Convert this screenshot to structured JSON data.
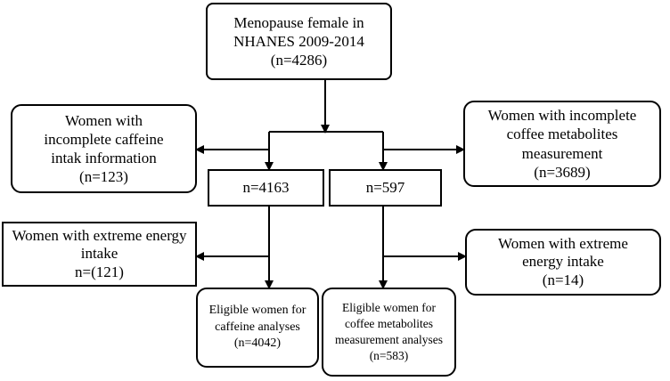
{
  "nodes": {
    "root": {
      "lines": [
        "Menopause female in",
        "NHANES 2009-2014",
        "(n=4286)"
      ]
    },
    "excl_caffeine": {
      "lines": [
        "Women with",
        "incomplete caffeine",
        "intak information",
        "(n=123)"
      ]
    },
    "excl_coffee": {
      "lines": [
        "Women with incomplete",
        "coffee metabolites",
        "measurement",
        "(n=3689)"
      ]
    },
    "n_caffeine": {
      "lines": [
        "n=4163"
      ]
    },
    "n_coffee": {
      "lines": [
        "n=597"
      ]
    },
    "excl_energy_left": {
      "lines": [
        "Women with extreme energy",
        "intake",
        "n=(121)"
      ]
    },
    "excl_energy_right": {
      "lines": [
        "Women with extreme",
        "energy intake",
        "(n=14)"
      ]
    },
    "final_caffeine": {
      "lines": [
        "Eligible women for",
        "caffeine analyses",
        "(n=4042)"
      ]
    },
    "final_coffee": {
      "lines": [
        "Eligible women for",
        "coffee metabolites",
        "measurement analyses",
        "(n=583)"
      ]
    }
  },
  "colors": {
    "stroke": "#000000",
    "background": "#ffffff"
  }
}
